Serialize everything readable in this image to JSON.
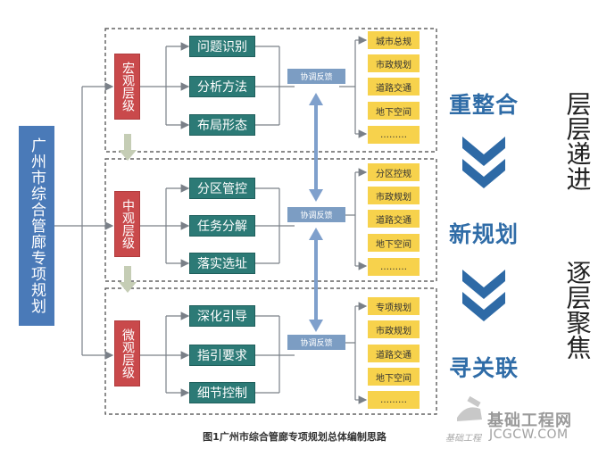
{
  "left_title": "广州市综合管廊专项规划",
  "levels": [
    {
      "label": "宏观层级",
      "mid": [
        "问题识别",
        "分析方法",
        "布局形态"
      ],
      "feedback": "协调反馈",
      "outputs": [
        "城市总规",
        "市政规划",
        "道路交通",
        "地下空间",
        "………"
      ]
    },
    {
      "label": "中观层级",
      "mid": [
        "分区管控",
        "任务分解",
        "落实选址"
      ],
      "feedback": "协调反馈",
      "outputs": [
        "分区控规",
        "市政规划",
        "道路交通",
        "地下空间",
        "………"
      ]
    },
    {
      "label": "微观层级",
      "mid": [
        "深化引导",
        "指引要求",
        "细节控制"
      ],
      "feedback": "协调反馈",
      "outputs": [
        "专项规划",
        "市政规划",
        "道路交通",
        "地下空间",
        "………"
      ]
    }
  ],
  "stages": [
    "重整合",
    "新规划",
    "寻关联"
  ],
  "side_labels": [
    "层层递进",
    "逐层聚焦"
  ],
  "caption": "图1广州市综合管廊专项规划总体编制思路",
  "watermark": {
    "title": "基础工程网",
    "url": "JCGCW.COM",
    "logo_text": "基础工程"
  },
  "colors": {
    "left_bar": "#4a7ab8",
    "level": "#c9494b",
    "mid": "#2c7a76",
    "feedback": "#7c9dc3",
    "output": "#f7d24c",
    "stage_text": "#2f6ca7",
    "chevron": "#2e6aa6"
  }
}
